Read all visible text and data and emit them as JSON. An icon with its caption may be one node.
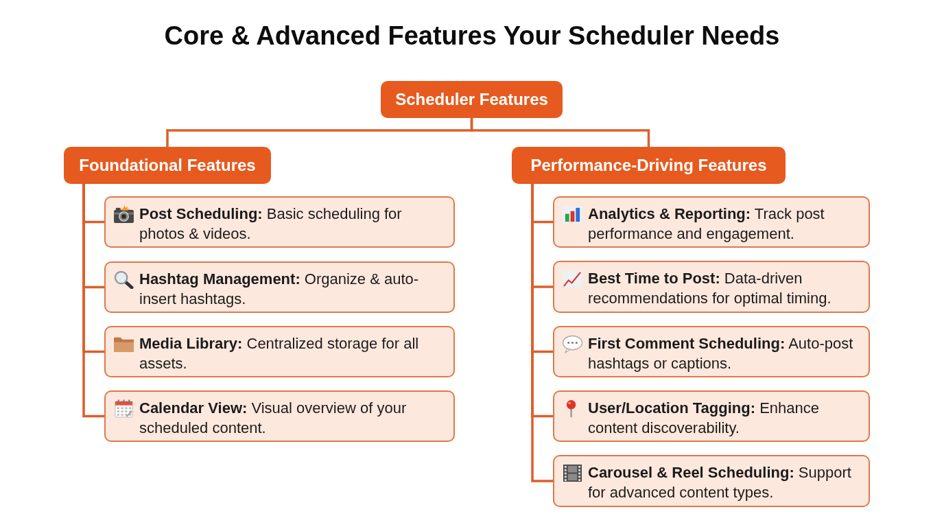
{
  "diagram": {
    "title": "Core & Advanced Features Your Scheduler Needs",
    "nodes": [
      {
        "text": [
          "Scheduler Features"
        ]
      },
      {
        "text": [
          "Foundational Features"
        ]
      },
      {
        "text": [
          "**Post Scheduling:** Basic scheduling for photos & videos."
        ]
      },
      {
        "text": [
          "**Hashtag Management:** Organize & auto-insert hashtags."
        ]
      },
      {
        "text": [
          "**Media Library:** Centralized storage for all assets."
        ]
      },
      {
        "text": [
          "**Calendar View:** Visual overview of your scheduled content."
        ]
      },
      {
        "text": [
          "Performance-Driving Features"
        ]
      },
      {
        "text": [
          "**Analytics & Reporting:** Track post performance and engagement."
        ]
      },
      {
        "text": [
          "**Best Time to Post:** Data-driven recommendations for optimal timing."
        ]
      },
      {
        "text": [
          "**First Comment Scheduling:** Auto-post hashtags or captions."
        ]
      },
      {
        "text": [
          "**User/Location Tagging:** Enhance content discoverability."
        ]
      },
      {
        "text": [
          "**Carousel & Reel Scheduling:** Support for advanced content types."
        ]
      }
    ],
    "edges": [
      {
        "from": 0,
        "to": 1,
        "arrow": "none"
      },
      {
        "from": 0,
        "to": 6,
        "arrow": "none"
      },
      {
        "from": 1,
        "to": 2,
        "arrow": "none"
      },
      {
        "from": 1,
        "to": 3,
        "arrow": "none"
      },
      {
        "from": 1,
        "to": 4,
        "arrow": "none"
      },
      {
        "from": 1,
        "to": 5,
        "arrow": "none"
      },
      {
        "from": 6,
        "to": 7,
        "arrow": "none"
      },
      {
        "from": 6,
        "to": 8,
        "arrow": "none"
      },
      {
        "from": 6,
        "to": 9,
        "arrow": "none"
      },
      {
        "from": 6,
        "to": 10,
        "arrow": "none"
      },
      {
        "from": 6,
        "to": 11,
        "arrow": "none"
      }
    ]
  }
}
